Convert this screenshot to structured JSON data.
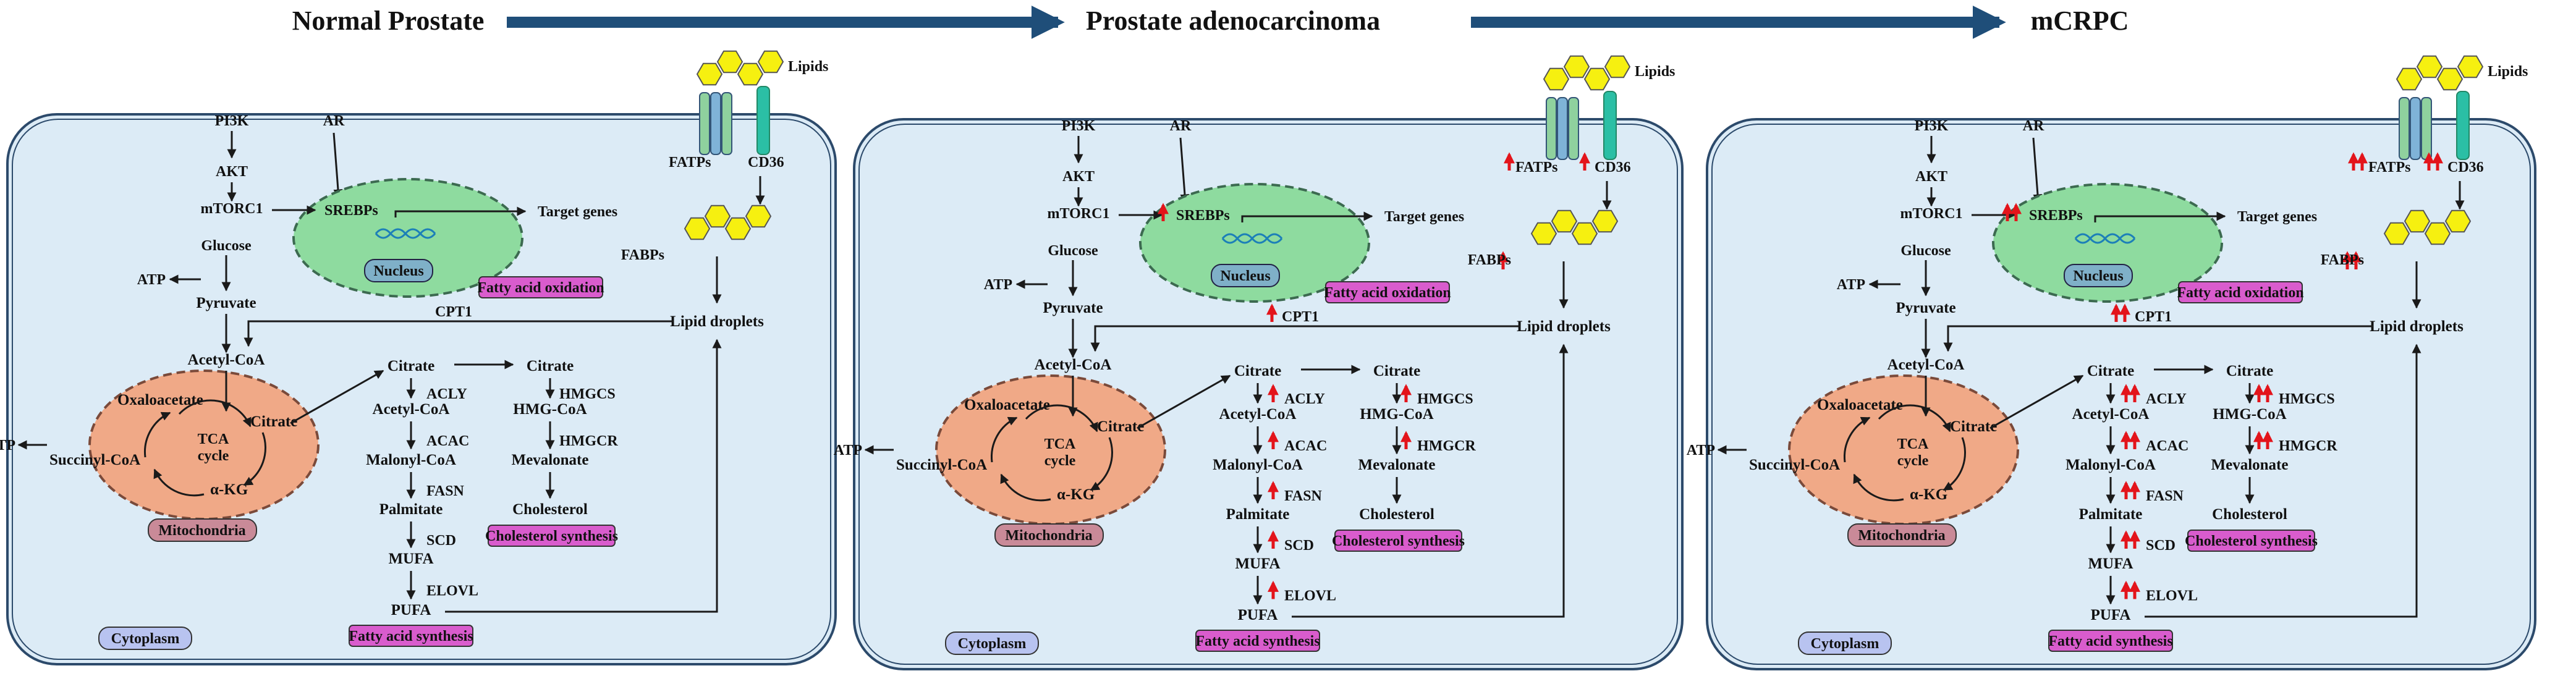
{
  "stages": [
    "Normal Prostate",
    "Prostate adenocarcinoma",
    "mCRPC"
  ],
  "labels": {
    "lipids": "Lipids",
    "fatps": "FATPs",
    "cd36": "CD36",
    "fabps": "FABPs",
    "pi3k": "PI3K",
    "ar": "AR",
    "akt": "AKT",
    "mtorc1": "mTORC1",
    "srebps": "SREBPs",
    "target_genes": "Target genes",
    "nucleus": "Nucleus",
    "glucose": "Glucose",
    "atp": "ATP",
    "pyruvate": "Pyruvate",
    "cpt1": "CPT1",
    "fatty_acid_oxidation": "Fatty acid oxidation",
    "lipid_droplets": "Lipid droplets",
    "acetyl_coa": "Acetyl-CoA",
    "oxaloacetate": "Oxaloacetate",
    "citrate": "Citrate",
    "tca": "TCA",
    "cycle": "cycle",
    "succinyl_coa": "Succinyl-CoA",
    "akg": "α-KG",
    "mitochondria": "Mitochondria",
    "acly": "ACLY",
    "acac": "ACAC",
    "malonyl_coa": "Malonyl-CoA",
    "fasn": "FASN",
    "palmitate": "Palmitate",
    "scd": "SCD",
    "mufa": "MUFA",
    "elovl": "ELOVL",
    "pufa": "PUFA",
    "hmgcs": "HMGCS",
    "hmg_coa": "HMG-CoA",
    "hmgcr": "HMGCR",
    "mevalonate": "Mevalonate",
    "cholesterol": "Cholesterol",
    "cholesterol_synthesis": "Cholesterol synthesis",
    "fatty_acid_synthesis": "Fatty acid synthesis",
    "cytoplasm": "Cytoplasm"
  },
  "upregulation_arrows_per_stage": [
    0,
    1,
    2
  ],
  "colors": {
    "cell_fill": "#dcebf6",
    "cell_border": "#2c4a6b",
    "nucleus_fill": "#8edb9f",
    "mito_fill": "#f0a987",
    "mito_label_fill": "#c98a98",
    "process_box_fill": "#d95ccd",
    "cytoplasm_fill": "#b8c3f0",
    "hexagon_fill": "#f6f010",
    "transporter_green": "#8fd19e",
    "transporter_teal": "#2bbfa5",
    "progress_arrow": "#1f4e79",
    "upregulation_arrow": "#e3141b"
  }
}
